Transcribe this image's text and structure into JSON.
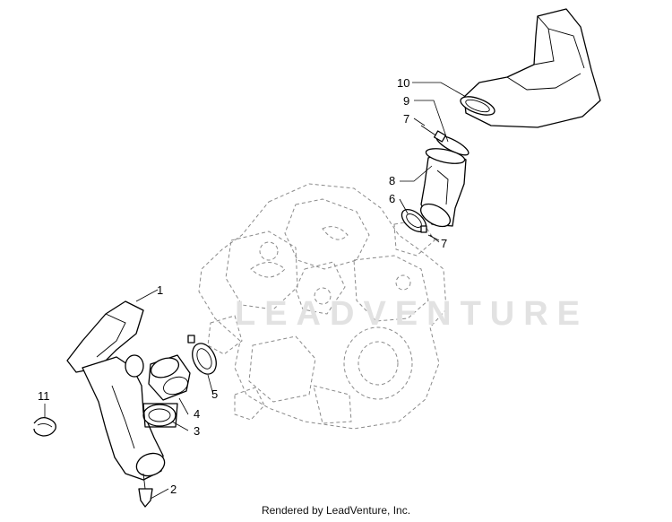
{
  "callouts": {
    "c1": "1",
    "c2": "2",
    "c3": "3",
    "c4": "4",
    "c5": "5",
    "c6": "6",
    "c7a": "7",
    "c7b": "7",
    "c8": "8",
    "c9": "9",
    "c10": "10",
    "c11": "11"
  },
  "watermark": "LEADVENTURE",
  "footer": "Rendered by LeadVenture, Inc."
}
